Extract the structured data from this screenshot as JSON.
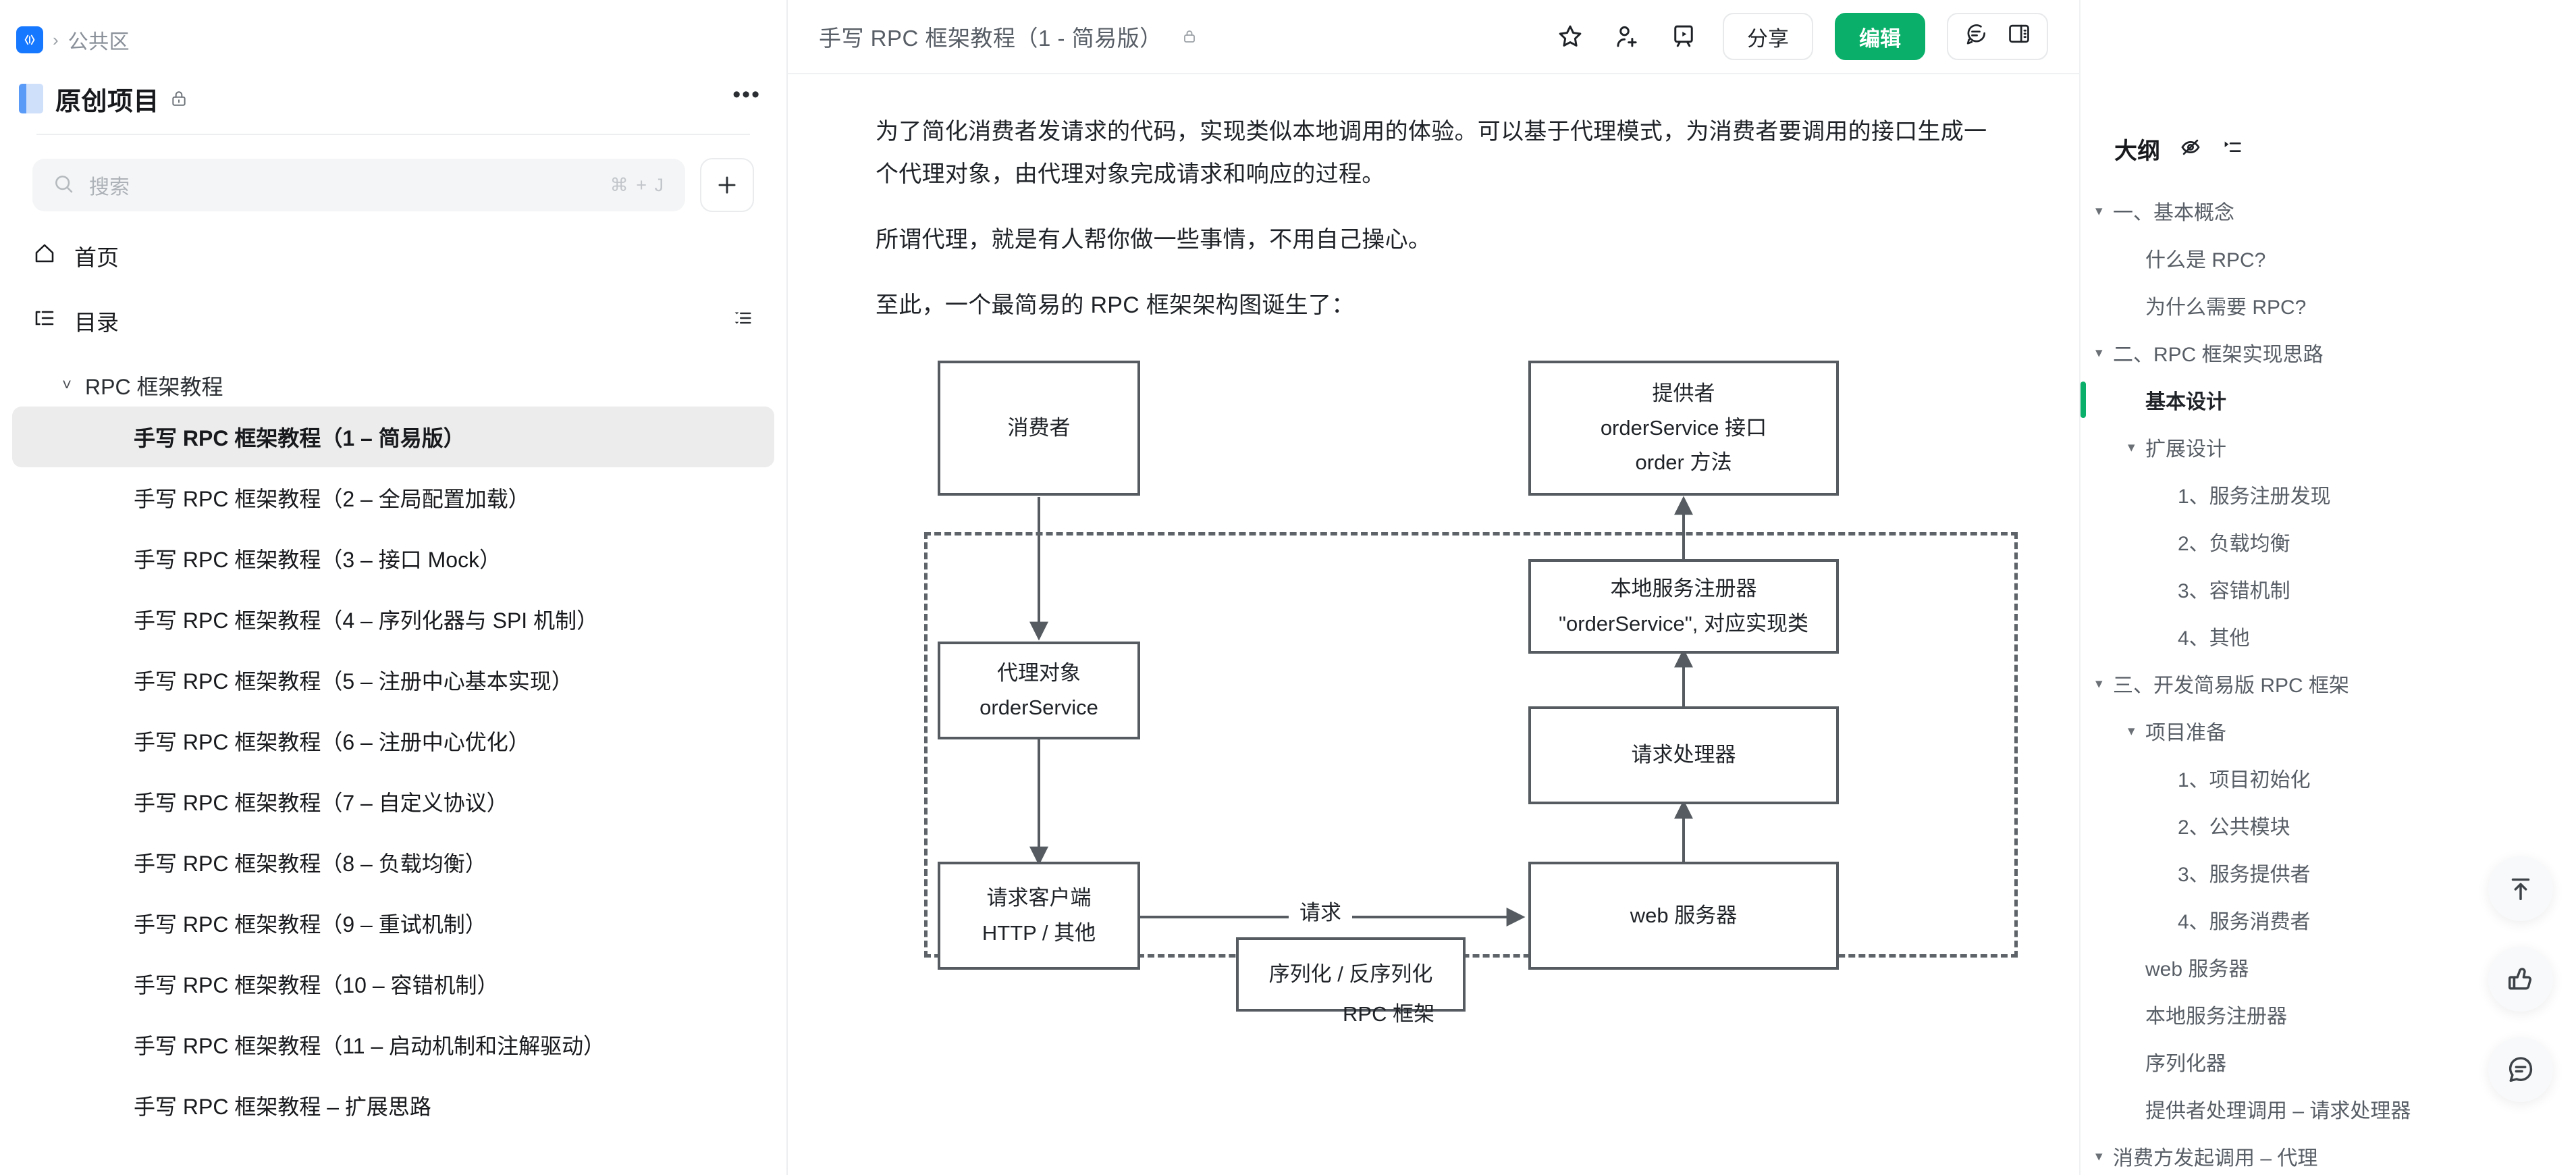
{
  "sidebar": {
    "breadcrumb": {
      "logo_glyph": "《》",
      "separator": "›",
      "workspace": "公共区"
    },
    "project": {
      "title": "原创项目",
      "lock_icon": "lock-icon",
      "more_icon": "more-icon",
      "more_glyph": "•••"
    },
    "search": {
      "placeholder": "搜索",
      "shortcut": "⌘ + J",
      "icon": "search-icon"
    },
    "add_button": {
      "icon": "plus-icon",
      "glyph": "+"
    },
    "nav": [
      {
        "label": "首页",
        "icon": "home-icon"
      },
      {
        "label": "目录",
        "icon": "list-icon",
        "trailing_icon": "collapse-list-icon"
      }
    ],
    "tree_group": {
      "label": "RPC 框架教程",
      "chevron": "˅"
    },
    "documents": [
      {
        "label": "手写 RPC 框架教程（1 – 简易版）",
        "active": true
      },
      {
        "label": "手写 RPC 框架教程（2 – 全局配置加载）",
        "active": false
      },
      {
        "label": "手写 RPC 框架教程（3 – 接口 Mock）",
        "active": false
      },
      {
        "label": "手写 RPC 框架教程（4 – 序列化器与 SPI 机制）",
        "active": false
      },
      {
        "label": "手写 RPC 框架教程（5 – 注册中心基本实现）",
        "active": false
      },
      {
        "label": "手写 RPC 框架教程（6 – 注册中心优化）",
        "active": false
      },
      {
        "label": "手写 RPC 框架教程（7 – 自定义协议）",
        "active": false
      },
      {
        "label": "手写 RPC 框架教程（8 – 负载均衡）",
        "active": false
      },
      {
        "label": "手写 RPC 框架教程（9 – 重试机制）",
        "active": false
      },
      {
        "label": "手写 RPC 框架教程（10 – 容错机制）",
        "active": false
      },
      {
        "label": "手写 RPC 框架教程（11 – 启动机制和注解驱动）",
        "active": false
      },
      {
        "label": "手写 RPC 框架教程 – 扩展思路",
        "active": false
      }
    ]
  },
  "topbar": {
    "doc_title": "手写 RPC 框架教程（1 - 简易版）",
    "lock_icon": "lock-icon",
    "star_icon": "star-icon",
    "add_member_icon": "add-member-icon",
    "present_icon": "present-icon",
    "share_label": "分享",
    "edit_label": "编辑",
    "comment_icon": "comment-icon",
    "panel_icon": "side-panel-icon",
    "edit_color": "#0ab06a"
  },
  "content": {
    "paragraphs": [
      "为了简化消费者发请求的代码，实现类似本地调用的体验。可以基于代理模式，为消费者要调用的接口生成一个代理对象，由代理对象完成请求和响应的过程。",
      "所谓代理，就是有人帮你做一些事情，不用自己操心。",
      "至此，一个最简易的 RPC 框架架构图诞生了："
    ]
  },
  "diagram": {
    "caption": "RPC 框架",
    "boundary_label": "RPC 框架 虚线边界",
    "nodes": [
      {
        "id": "consumer",
        "lines": [
          "消费者"
        ]
      },
      {
        "id": "provider",
        "lines": [
          "提供者",
          "orderService 接口",
          "order 方法"
        ]
      },
      {
        "id": "proxy",
        "lines": [
          "代理对象",
          "orderService"
        ]
      },
      {
        "id": "local-registry",
        "lines": [
          "本地服务注册器",
          "\"orderService\", 对应实现类"
        ]
      },
      {
        "id": "request-handler",
        "lines": [
          "请求处理器"
        ]
      },
      {
        "id": "request-client",
        "lines": [
          "请求客户端",
          "HTTP / 其他"
        ]
      },
      {
        "id": "web-server",
        "lines": [
          "web 服务器"
        ]
      },
      {
        "id": "serializer",
        "lines": [
          "序列化 / 反序列化"
        ]
      }
    ],
    "edge_label_request": "请求"
  },
  "outline": {
    "title": "大纲",
    "hide_icon": "eye-off-icon",
    "collapse_icon": "collapse-outline-icon",
    "active_color": "#0ab06a",
    "items": [
      {
        "label": "一、基本概念",
        "level": 0,
        "tri": true,
        "bold": false,
        "active": false
      },
      {
        "label": "什么是 RPC?",
        "level": 1,
        "tri": false,
        "bold": false,
        "active": false
      },
      {
        "label": "为什么需要 RPC?",
        "level": 1,
        "tri": false,
        "bold": false,
        "active": false
      },
      {
        "label": "二、RPC 框架实现思路",
        "level": 0,
        "tri": true,
        "bold": false,
        "active": false
      },
      {
        "label": "基本设计",
        "level": 1,
        "tri": false,
        "bold": true,
        "active": true
      },
      {
        "label": "扩展设计",
        "level": 1,
        "tri": true,
        "bold": false,
        "active": false
      },
      {
        "label": "1、服务注册发现",
        "level": 2,
        "tri": false,
        "bold": false,
        "active": false
      },
      {
        "label": "2、负载均衡",
        "level": 2,
        "tri": false,
        "bold": false,
        "active": false
      },
      {
        "label": "3、容错机制",
        "level": 2,
        "tri": false,
        "bold": false,
        "active": false
      },
      {
        "label": "4、其他",
        "level": 2,
        "tri": false,
        "bold": false,
        "active": false
      },
      {
        "label": "三、开发简易版 RPC 框架",
        "level": 0,
        "tri": true,
        "bold": false,
        "active": false
      },
      {
        "label": "项目准备",
        "level": 1,
        "tri": true,
        "bold": false,
        "active": false
      },
      {
        "label": "1、项目初始化",
        "level": 2,
        "tri": false,
        "bold": false,
        "active": false
      },
      {
        "label": "2、公共模块",
        "level": 2,
        "tri": false,
        "bold": false,
        "active": false
      },
      {
        "label": "3、服务提供者",
        "level": 2,
        "tri": false,
        "bold": false,
        "active": false
      },
      {
        "label": "4、服务消费者",
        "level": 2,
        "tri": false,
        "bold": false,
        "active": false
      },
      {
        "label": "web 服务器",
        "level": 1,
        "tri": false,
        "bold": false,
        "active": false
      },
      {
        "label": "本地服务注册器",
        "level": 1,
        "tri": false,
        "bold": false,
        "active": false
      },
      {
        "label": "序列化器",
        "level": 1,
        "tri": false,
        "bold": false,
        "active": false
      },
      {
        "label": "提供者处理调用 – 请求处理器",
        "level": 1,
        "tri": false,
        "bold": false,
        "active": false
      },
      {
        "label": "消费方发起调用 – 代理",
        "level": 0,
        "tri": true,
        "bold": false,
        "active": false
      }
    ],
    "fabs": [
      {
        "icon": "scroll-to-top-icon"
      },
      {
        "icon": "thumbs-up-icon"
      },
      {
        "icon": "comment-bubble-icon"
      }
    ]
  }
}
